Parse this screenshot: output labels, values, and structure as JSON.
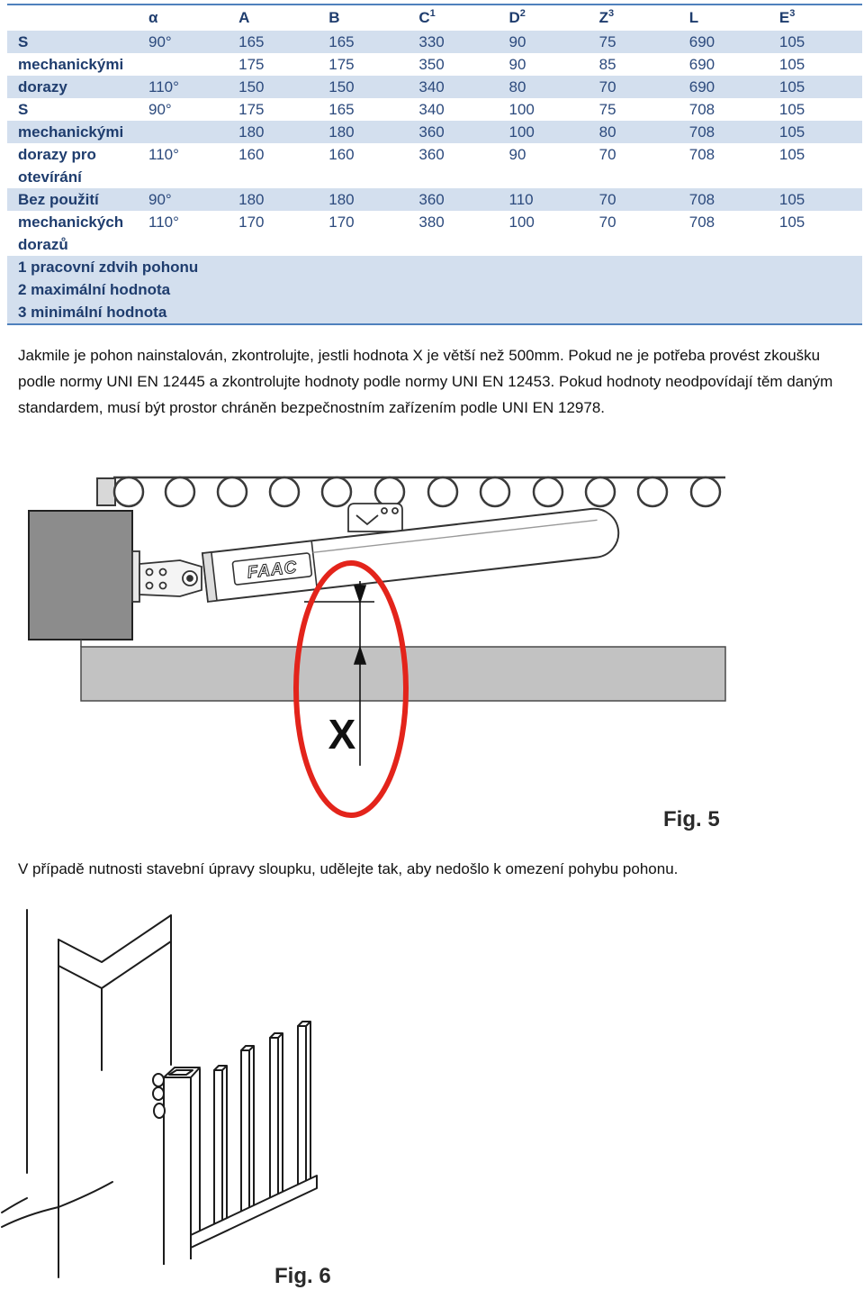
{
  "table": {
    "headers": [
      {
        "text": "α"
      },
      {
        "text": "A"
      },
      {
        "text": "B"
      },
      {
        "text": "C",
        "sup": "1"
      },
      {
        "text": "D",
        "sup": "2"
      },
      {
        "text": "Z",
        "sup": "3"
      },
      {
        "text": "L"
      },
      {
        "text": "E",
        "sup": "3"
      }
    ],
    "rows": [
      {
        "label": "S",
        "alpha": "90°",
        "values": [
          "165",
          "165",
          "330",
          "90",
          "75",
          "690",
          "105"
        ]
      },
      {
        "label": "mechanickými",
        "values": [
          "175",
          "175",
          "350",
          "90",
          "85",
          "690",
          "105"
        ]
      },
      {
        "label": "dorazy",
        "alpha": "110°",
        "values": [
          "150",
          "150",
          "340",
          "80",
          "70",
          "690",
          "105"
        ]
      },
      {
        "label": "S",
        "alpha": "90°",
        "values": [
          "175",
          "165",
          "340",
          "100",
          "75",
          "708",
          "105"
        ]
      },
      {
        "label": "mechanickými",
        "values": [
          "180",
          "180",
          "360",
          "100",
          "80",
          "708",
          "105"
        ]
      },
      {
        "label": "dorazy pro",
        "alpha": "110°",
        "values": [
          "160",
          "160",
          "360",
          "90",
          "70",
          "708",
          "105"
        ]
      },
      {
        "label": "otevírání"
      },
      {
        "label": "Bez použití",
        "alpha": "90°",
        "values": [
          "180",
          "180",
          "360",
          "110",
          "70",
          "708",
          "105"
        ]
      },
      {
        "label": "mechanických",
        "alpha": "110°",
        "values": [
          "170",
          "170",
          "380",
          "100",
          "70",
          "708",
          "105"
        ]
      },
      {
        "label": "dorazů"
      }
    ],
    "footnotes": [
      "1 pracovní zdvih pohonu",
      "2 maximální hodnota",
      "3 minimální hodnota"
    ]
  },
  "paragraph_1": "Jakmile je pohon nainstalován, zkontrolujte, jestli hodnota X je větší než 500mm. Pokud ne je potřeba provést zkoušku podle normy UNI EN 12445 a zkontrolujte hodnoty podle normy UNI EN 12453. Pokud hodnoty neodpovídají těm daným standardem, musí být prostor chráněn bezpečnostním zařízením podle UNI EN 12978.",
  "figure_5": {
    "brand_logo": "FAAC",
    "dimension_label": "X",
    "caption": "Fig. 5"
  },
  "paragraph_2": "V případě nutnosti stavební úpravy sloupku, udělejte tak, aby nedošlo k omezení pohybu pohonu.",
  "figure_6": {
    "caption": "Fig. 6"
  },
  "colors": {
    "table_label": "#1f3d6e",
    "table_text": "#2c4a7d",
    "table_shade": "#d3dfee",
    "table_rule": "#4f81bd",
    "highlight_ring": "#e3241b"
  }
}
